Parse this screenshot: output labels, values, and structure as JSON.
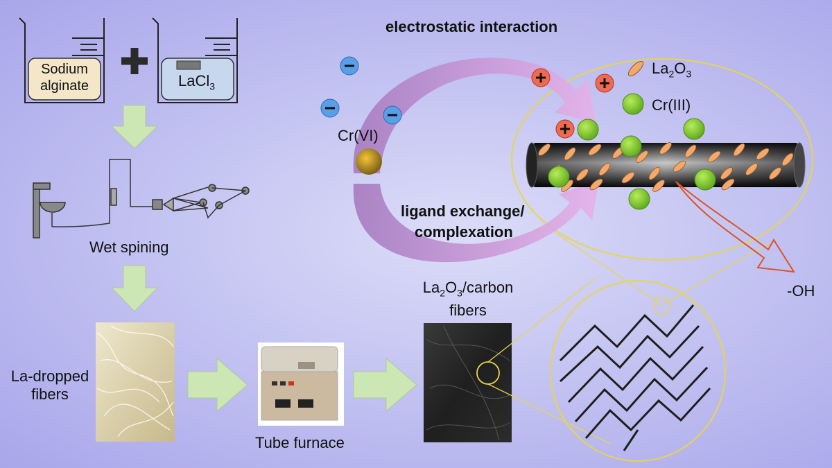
{
  "beaker_left_label": [
    "Sodium",
    "alginate"
  ],
  "beaker_right_label": "LaCl",
  "beaker_right_sub": "3",
  "wet_spinning_label": "Wet spining",
  "la_fibers_label": [
    "La-dropped",
    "fibers"
  ],
  "tube_furnace_label": "Tube furnace",
  "carbon_fibers_label": {
    "pre": "La",
    "s1": "2",
    "mid": "O",
    "s2": "3",
    "post": "/carbon",
    "line2": "fibers"
  },
  "electrostatic_label": "electrostatic interaction",
  "ligand_label": [
    "ligand exchange/",
    "complexation"
  ],
  "crvi_label": "Cr(VI)",
  "la2o3_legend": {
    "pre": "La",
    "s1": "2",
    "mid": "O",
    "s2": "3"
  },
  "criii_legend": "Cr(III)",
  "oh_label": "-OH",
  "colors": {
    "arrow_green": "#cce6b4",
    "process_arrow": "#b07ac4",
    "ellipse": "#e6d64a",
    "la_particle": "#f4a86a",
    "cr_particle": "#7ec42a",
    "plus": "#ee6a50",
    "minus": "#5a9ee6",
    "oh_arrow": "#d9542a"
  }
}
